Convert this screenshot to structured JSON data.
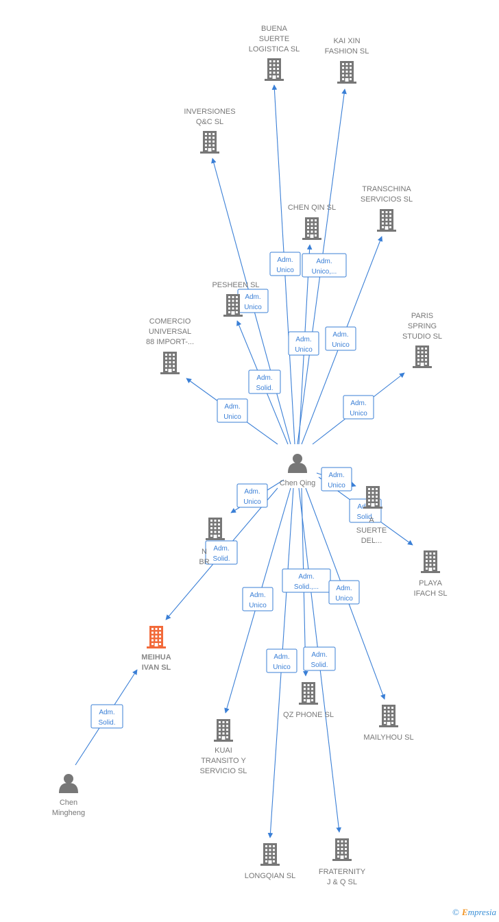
{
  "colors": {
    "edge": "#3a7fd6",
    "node": "#777777",
    "highlight": "#f26a3a"
  },
  "nodes": [
    {
      "id": "center",
      "type": "person",
      "lines": [
        "Chen Qing"
      ]
    },
    {
      "id": "buena",
      "type": "company",
      "lines": [
        "BUENA",
        "SUERTE",
        "LOGISTICA SL"
      ]
    },
    {
      "id": "kaixin",
      "type": "company",
      "lines": [
        "KAI XIN",
        "FASHION SL"
      ]
    },
    {
      "id": "inversiones",
      "type": "company",
      "lines": [
        "INVERSIONES",
        "Q&C  SL"
      ]
    },
    {
      "id": "transchina",
      "type": "company",
      "lines": [
        "TRANSCHINA",
        "SERVICIOS SL"
      ]
    },
    {
      "id": "chenqin",
      "type": "company",
      "lines": [
        "CHEN QIN SL"
      ]
    },
    {
      "id": "pesheen",
      "type": "company",
      "lines": [
        "PESHEEN  SL"
      ]
    },
    {
      "id": "paris",
      "type": "company",
      "lines": [
        "PARIS",
        "SPRING",
        "STUDIO SL"
      ]
    },
    {
      "id": "comercio",
      "type": "company",
      "lines": [
        "COMERCIO",
        "UNIVERSAL",
        "88 IMPORT-..."
      ]
    },
    {
      "id": "suerte",
      "type": "company",
      "lines": [
        "A",
        "SUERTE",
        "DEL..."
      ]
    },
    {
      "id": "nbr",
      "type": "company",
      "lines": [
        "N",
        "BR"
      ]
    },
    {
      "id": "playa",
      "type": "company",
      "lines": [
        "PLAYA",
        "IFACH  SL"
      ]
    },
    {
      "id": "meihua",
      "type": "company",
      "highlight": true,
      "lines": [
        "MEIHUA",
        "IVAN  SL"
      ]
    },
    {
      "id": "qzphone",
      "type": "company",
      "lines": [
        "QZ PHONE  SL"
      ]
    },
    {
      "id": "mailyhou",
      "type": "company",
      "lines": [
        "MAILYHOU SL"
      ]
    },
    {
      "id": "kuai",
      "type": "company",
      "lines": [
        "KUAI",
        "TRANSITO Y",
        "SERVICIO SL"
      ]
    },
    {
      "id": "mingheng",
      "type": "person",
      "lines": [
        "Chen",
        "Mingheng"
      ]
    },
    {
      "id": "longqian",
      "type": "company",
      "lines": [
        "LONGQIAN SL"
      ]
    },
    {
      "id": "fraternity",
      "type": "company",
      "lines": [
        "FRATERNITY",
        "J & Q  SL"
      ]
    }
  ],
  "edges": [
    {
      "to": "buena",
      "label": [
        "Adm.",
        "Unico"
      ]
    },
    {
      "to": "kaixin",
      "label": [
        "Adm.",
        "Unico,..."
      ]
    },
    {
      "to": "inversiones",
      "label": [
        "Adm.",
        "Unico"
      ]
    },
    {
      "to": "chenqin",
      "label": [
        "Adm.",
        "Unico"
      ]
    },
    {
      "to": "transchina",
      "label": [
        "Adm.",
        "Unico"
      ]
    },
    {
      "to": "pesheen",
      "label": [
        "Adm.",
        "Solid."
      ]
    },
    {
      "to": "comercio",
      "label": [
        "Adm.",
        "Unico"
      ]
    },
    {
      "to": "paris",
      "label": [
        "Adm.",
        "Unico"
      ]
    },
    {
      "to": "suerte",
      "label": [
        "Adm.",
        "Unico"
      ]
    },
    {
      "to": "playa",
      "label": [
        "Adm.",
        "Solid."
      ]
    },
    {
      "to": "nbr",
      "label": [
        "Adm.",
        "Unico"
      ]
    },
    {
      "to": "meihua",
      "label": [
        "Adm.",
        "Solid."
      ]
    },
    {
      "to": "kuai",
      "label": [
        "Adm.",
        "Unico"
      ]
    },
    {
      "to": "qzphone",
      "label": [
        "Adm.",
        "Solid.,..."
      ]
    },
    {
      "to": "mailyhou",
      "label": [
        "Adm.",
        "Unico"
      ]
    },
    {
      "to": "longqian",
      "label": [
        "Adm.",
        "Unico"
      ]
    },
    {
      "to": "fraternity",
      "label": [
        "Adm.",
        "Solid."
      ]
    },
    {
      "from": "mingheng",
      "to": "meihua",
      "label": [
        "Adm.",
        "Solid."
      ]
    }
  ],
  "footer": {
    "copyright": "©",
    "brand_initial": "E",
    "brand_rest": "mpresia"
  }
}
